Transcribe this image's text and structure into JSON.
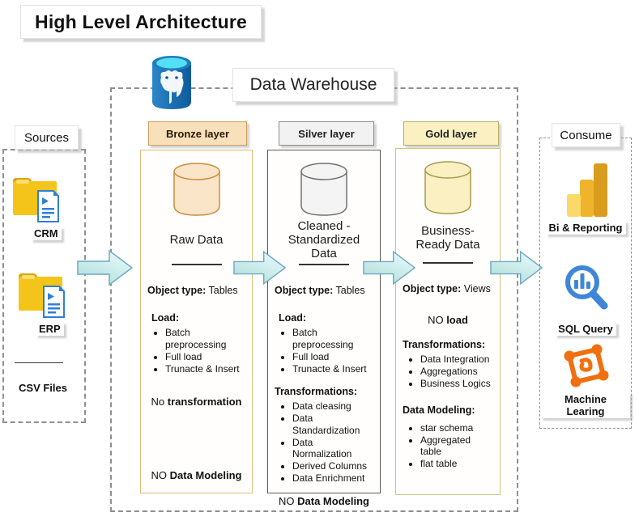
{
  "title": "High Level Architecture",
  "warehouse": {
    "title": "Data Warehouse",
    "db_icon": "postgresql-icon",
    "layers": [
      {
        "header": "Bronze layer",
        "dataset_name": "Raw Data",
        "object_type_label": "Object type:",
        "object_type_value": "Tables",
        "load_label": "Load:",
        "load_items": [
          "Batch preprocessing",
          "Full load",
          "Trunacte & Insert"
        ],
        "transformation_prefix": "No ",
        "transformation_bold": "transformation",
        "modeling_prefix": "NO ",
        "modeling_bold": "Data Modeling"
      },
      {
        "header": "Silver layer",
        "dataset_name": "Cleaned -\nStandardized\nData",
        "object_type_label": "Object type:",
        "object_type_value": "Tables",
        "load_label": "Load:",
        "load_items": [
          "Batch preprocessing",
          "Full load",
          "Trunacte & Insert"
        ],
        "transformations_label": "Transformations:",
        "transformation_items": [
          "Data cleasing",
          "Data Standardization",
          "Data Normalization",
          "Derived Columns",
          "Data Enrichment"
        ],
        "modeling_prefix": "NO ",
        "modeling_bold": "Data Modeling"
      },
      {
        "header": "Gold layer",
        "dataset_name": "Business-\nReady Data",
        "object_type_label": "Object type:",
        "object_type_value": "Views",
        "load_prefix": "NO ",
        "load_bold": "load",
        "transformations_label": "Transformations:",
        "transformation_items": [
          "Data Integration",
          "Aggregations",
          "Business Logics"
        ],
        "modeling_label": "Data Modeling:",
        "modeling_items": [
          "star schema",
          "Aggregated table",
          "flat table"
        ]
      }
    ]
  },
  "sources": {
    "title": "Sources",
    "folders": [
      {
        "label": "CRM",
        "icon": "folder-file-icon"
      },
      {
        "label": "ERP",
        "icon": "folder-file-icon"
      }
    ],
    "files_label": "CSV Files"
  },
  "consume": {
    "title": "Consume",
    "items": [
      {
        "label": "Bi & Reporting",
        "icon": "powerbi-icon"
      },
      {
        "label": "SQL Query",
        "icon": "sql-magnifier-icon"
      },
      {
        "label": "Machine Learing",
        "icon": "machine-learning-icon"
      }
    ]
  },
  "colors": {
    "bronze_header_bg": "#f8e0bb",
    "bronze_border": "#cf9f5d",
    "silver_header_bg": "#f2f2f2",
    "silver_border": "#8c8c8c",
    "gold_header_bg": "#faf0c2",
    "gold_border": "#bcae62",
    "bronze_cylinder": "#fbe5c9",
    "silver_cylinder": "#f4f4f4",
    "gold_cylinder": "#faf0c2",
    "arrow_fill": "#b9e6e0",
    "arrow_border": "#6fa8bf",
    "folder_yellow": "#f5c41a",
    "powerbi_yellow": "#e8a823",
    "sql_blue": "#3f86d8",
    "ml_orange": "#f07010",
    "postgres_blue": "#1268a8"
  }
}
